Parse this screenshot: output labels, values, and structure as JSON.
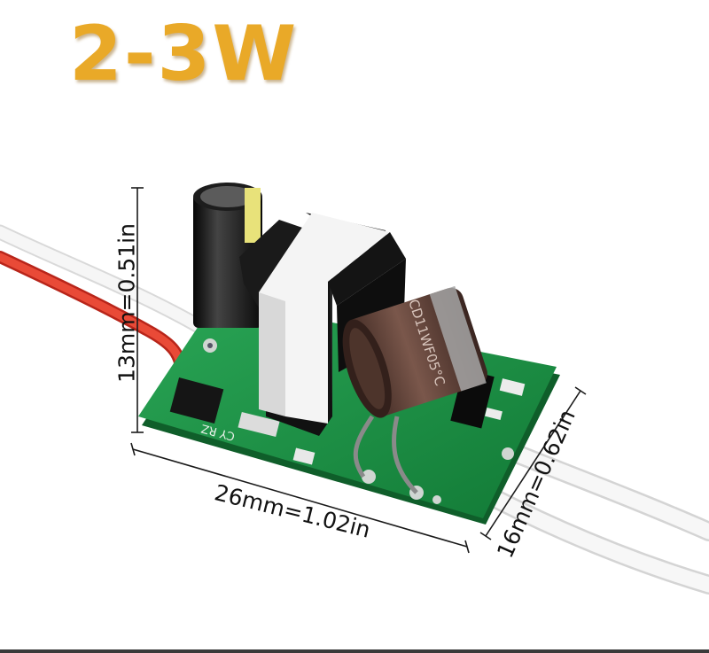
{
  "title": "2-3W",
  "dimensions": {
    "height": "13mm=0.51in",
    "length": "26mm=1.02in",
    "width": "16mm=0.62in"
  },
  "capacitor_text": "CD11WF05°C",
  "colors": {
    "title": "#e9a928",
    "pcb": "#1f9a4a",
    "wire_red": "#e53b2c",
    "wire_white": "#f2f2f2",
    "transformer_core": "#f4f4f4",
    "capacitor_brown": "#5a3d33"
  }
}
